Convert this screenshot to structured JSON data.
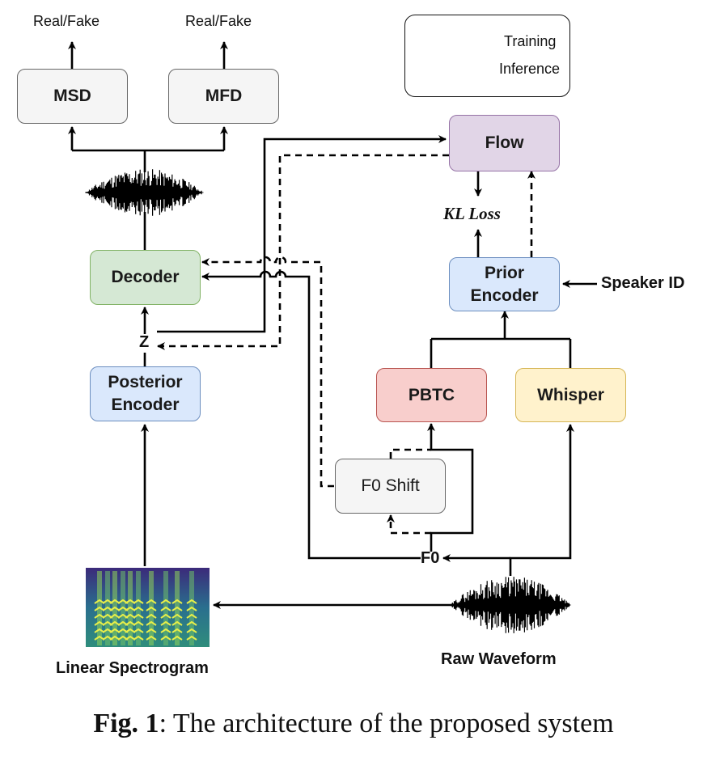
{
  "legend": {
    "training": "Training",
    "inference": "Inference"
  },
  "boxes": {
    "msd": "MSD",
    "mfd": "MFD",
    "flow": "Flow",
    "decoder": "Decoder",
    "posterior_encoder": "Posterior\nEncoder",
    "prior_encoder": "Prior\nEncoder",
    "pbtc": "PBTC",
    "whisper": "Whisper",
    "f0_shift": "F0 Shift"
  },
  "labels": {
    "real_fake_1": "Real/Fake",
    "real_fake_2": "Real/Fake",
    "kl_loss": "KL Loss",
    "z": "Z",
    "speaker_id": "Speaker ID",
    "f0": "F0",
    "linear_spectrogram": "Linear Spectrogram",
    "raw_waveform": "Raw Waveform"
  },
  "caption": {
    "prefix": "Fig. 1",
    "text": ": The architecture of the proposed system"
  },
  "colors": {
    "gray_fill": "#f5f5f5",
    "green_fill": "#d5e8d4",
    "blue_fill": "#dae8fc",
    "purple_fill": "#e1d5e7",
    "red_fill": "#f8cecc",
    "yellow_fill": "#fff2cc",
    "line": "#000000"
  }
}
